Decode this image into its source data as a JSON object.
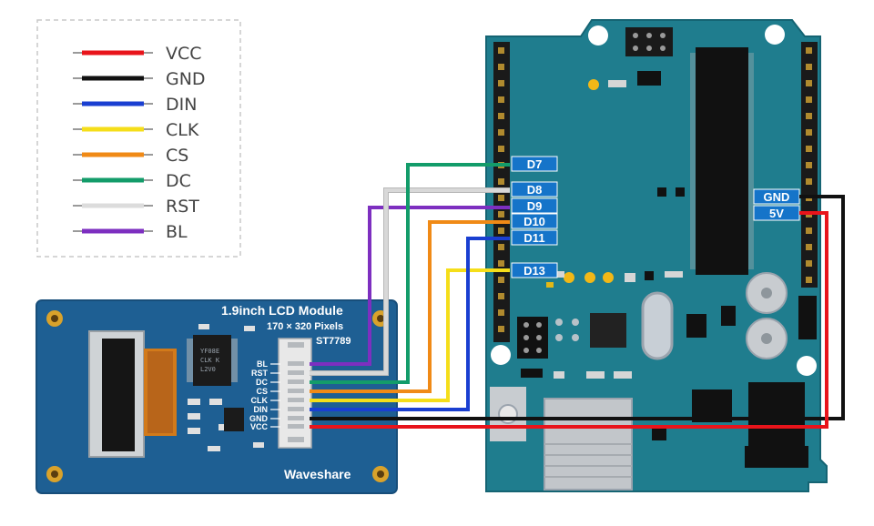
{
  "legend": {
    "items": [
      {
        "label": "VCC",
        "color": "#e8141b"
      },
      {
        "label": "GND",
        "color": "#111111"
      },
      {
        "label": "DIN",
        "color": "#1a3fd1"
      },
      {
        "label": "CLK",
        "color": "#f5de1a"
      },
      {
        "label": "CS",
        "color": "#f08a16"
      },
      {
        "label": "DC",
        "color": "#139c6a"
      },
      {
        "label": "RST",
        "color": "#d8d8d8"
      },
      {
        "label": "BL",
        "color": "#7d2fc0"
      }
    ]
  },
  "lcd_module": {
    "title": "1.9inch LCD Module",
    "resolution": "170 × 320 Pixels",
    "driver": "ST7789",
    "brand": "Waveshare",
    "chip_marking": [
      "YF08E",
      "CLK K",
      "L2V0"
    ],
    "pins": [
      "BL",
      "RST",
      "DC",
      "CS",
      "CLK",
      "DIN",
      "GND",
      "VCC"
    ]
  },
  "arduino": {
    "digital_labels": [
      "D7",
      "D8",
      "D9",
      "D10",
      "D11",
      "D13"
    ],
    "power_labels": [
      "GND",
      "5V"
    ]
  },
  "colors": {
    "board": "#1f7d8e",
    "board_edge": "#156473",
    "lcd_board": "#1e5f93",
    "label_bg": "#1574c9"
  }
}
